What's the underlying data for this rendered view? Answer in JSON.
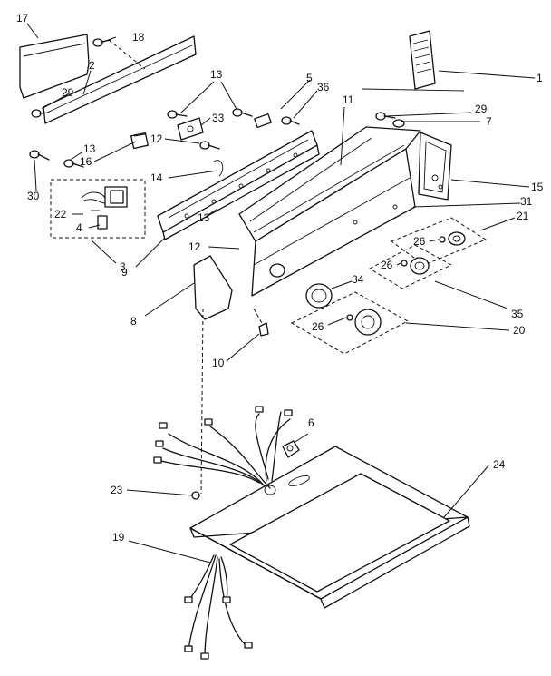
{
  "callouts": [
    {
      "id": "c1",
      "label": "1"
    },
    {
      "id": "c2",
      "label": "2"
    },
    {
      "id": "c3",
      "label": "3"
    },
    {
      "id": "c4",
      "label": "4"
    },
    {
      "id": "c5",
      "label": "5"
    },
    {
      "id": "c6",
      "label": "6"
    },
    {
      "id": "c7",
      "label": "7"
    },
    {
      "id": "c8",
      "label": "8"
    },
    {
      "id": "c9",
      "label": "9"
    },
    {
      "id": "c10",
      "label": "10"
    },
    {
      "id": "c11",
      "label": "11"
    },
    {
      "id": "c12a",
      "label": "12"
    },
    {
      "id": "c12b",
      "label": "12"
    },
    {
      "id": "c13a",
      "label": "13"
    },
    {
      "id": "c13b",
      "label": "13"
    },
    {
      "id": "c13c",
      "label": "13"
    },
    {
      "id": "c14",
      "label": "14"
    },
    {
      "id": "c15",
      "label": "15"
    },
    {
      "id": "c16",
      "label": "16"
    },
    {
      "id": "c17",
      "label": "17"
    },
    {
      "id": "c18",
      "label": "18"
    },
    {
      "id": "c19",
      "label": "19"
    },
    {
      "id": "c20",
      "label": "20"
    },
    {
      "id": "c21",
      "label": "21"
    },
    {
      "id": "c22",
      "label": "22"
    },
    {
      "id": "c23",
      "label": "23"
    },
    {
      "id": "c24",
      "label": "24"
    },
    {
      "id": "c26a",
      "label": "26"
    },
    {
      "id": "c26b",
      "label": "26"
    },
    {
      "id": "c26c",
      "label": "26"
    },
    {
      "id": "c29a",
      "label": "29"
    },
    {
      "id": "c29b",
      "label": "29"
    },
    {
      "id": "c30",
      "label": "30"
    },
    {
      "id": "c31",
      "label": "31"
    },
    {
      "id": "c33",
      "label": "33"
    },
    {
      "id": "c34",
      "label": "34"
    },
    {
      "id": "c35",
      "label": "35"
    },
    {
      "id": "c36",
      "label": "36"
    }
  ],
  "colors": {
    "ink": "#111111",
    "paper": "#ffffff"
  }
}
